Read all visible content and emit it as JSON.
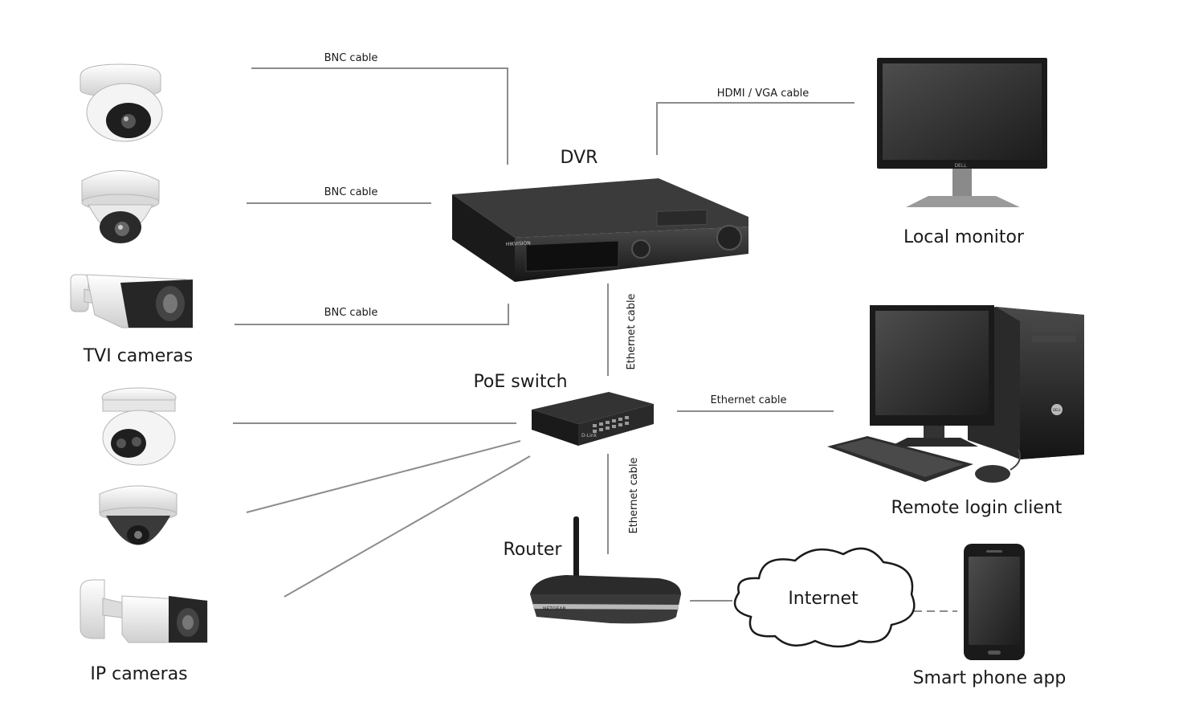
{
  "nodes": {
    "dvr": "DVR",
    "local_monitor": "Local monitor",
    "tvi_cameras": "TVI cameras",
    "poe_switch": "PoE switch",
    "remote_login_client": "Remote login client",
    "router": "Router",
    "internet": "Internet",
    "ip_cameras": "IP cameras",
    "smart_phone_app": "Smart phone app"
  },
  "edges": {
    "bnc_1": "BNC cable",
    "bnc_2": "BNC cable",
    "bnc_3": "BNC cable",
    "hdmi_vga": "HDMI / VGA cable",
    "eth_dvr_switch": "Ethernet cable",
    "eth_switch_pc": "Ethernet cable",
    "eth_switch_router": "Ethernet cable"
  },
  "device_labels": {
    "dvr_brand": "HIKVISION",
    "router_brand": "NETGEAR",
    "switch_brand": "D-Link",
    "monitor_brand": "DELL",
    "pc_brand": "DELL"
  },
  "icons": [
    "turret-camera",
    "dome-camera",
    "bullet-camera",
    "dvr-recorder",
    "monitor",
    "desktop-computer",
    "network-switch",
    "router",
    "cloud",
    "smartphone"
  ]
}
